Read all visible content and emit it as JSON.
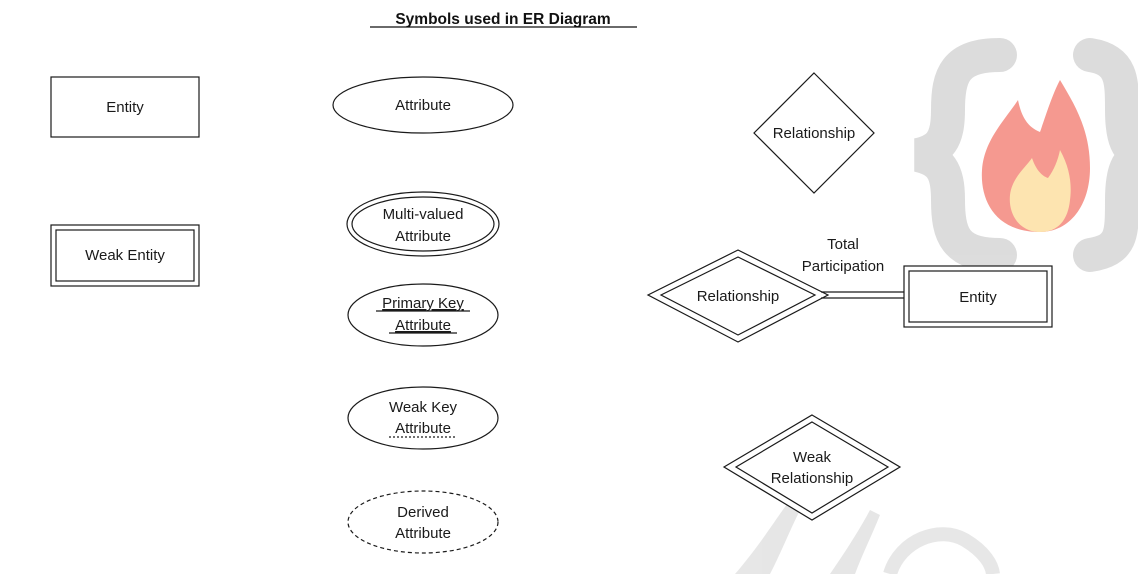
{
  "title": "Symbols used in ER Diagram",
  "symbols": {
    "entity": "Entity",
    "weak_entity": "Weak Entity",
    "attribute": "Attribute",
    "multivalued": [
      "Multi-valued",
      "Attribute"
    ],
    "primary_key": [
      "Primary Key",
      "Attribute"
    ],
    "weak_key": [
      "Weak Key",
      "Attribute"
    ],
    "derived": [
      "Derived",
      "Attribute"
    ],
    "relationship": "Relationship",
    "total_participation": {
      "relationship": "Relationship",
      "label": [
        "Total",
        "Participation"
      ],
      "entity": "Entity"
    },
    "weak_relationship": [
      "Weak",
      "Relationship"
    ]
  },
  "colors": {
    "stroke": "#1a1a1a",
    "watermark_brace": "#d9d9d9",
    "watermark_flame": "#f58f84",
    "watermark_flame_inner": "#fde2a8"
  },
  "watermark": {
    "icon": "curly-braces-flame-logo-icon"
  }
}
